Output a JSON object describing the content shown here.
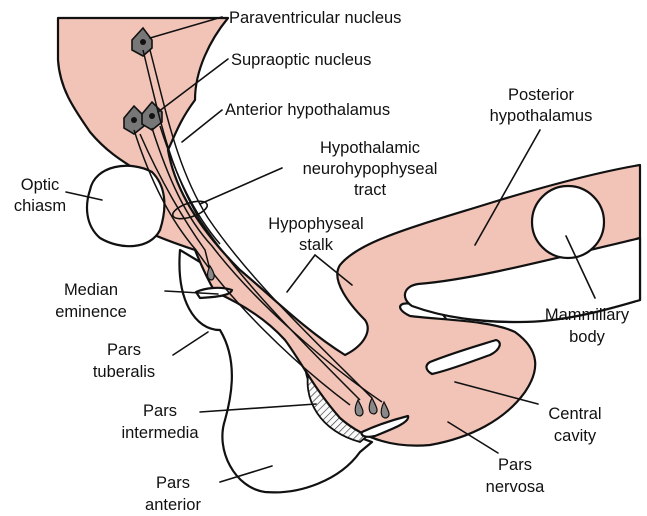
{
  "labels": {
    "paraventricular_nucleus": "Paraventricular nucleus",
    "supraoptic_nucleus": "Supraoptic nucleus",
    "anterior_hypothalamus": "Anterior hypothalamus",
    "tract_line1": "Hypothalamic",
    "tract_line2": "neurohypophyseal",
    "tract_line3": "tract",
    "posterior_line1": "Posterior",
    "posterior_line2": "hypothalamus",
    "optic_line1": "Optic",
    "optic_line2": "chiasm",
    "stalk_line1": "Hypophyseal",
    "stalk_line2": "stalk",
    "median_line1": "Median",
    "median_line2": "eminence",
    "mammillary_line1": "Mammillary",
    "mammillary_line2": "body",
    "tuberalis_line1": "Pars",
    "tuberalis_line2": "tuberalis",
    "intermedia_line1": "Pars",
    "intermedia_line2": "intermedia",
    "central_line1": "Central",
    "central_line2": "cavity",
    "nervosa_line1": "Pars",
    "nervosa_line2": "nervosa",
    "anterior_line1": "Pars",
    "anterior_line2": "anterior"
  },
  "colors": {
    "neural_tissue": "#f2c4b8",
    "outline": "#111111",
    "neuron_body": "#777777",
    "background": "#ffffff"
  }
}
